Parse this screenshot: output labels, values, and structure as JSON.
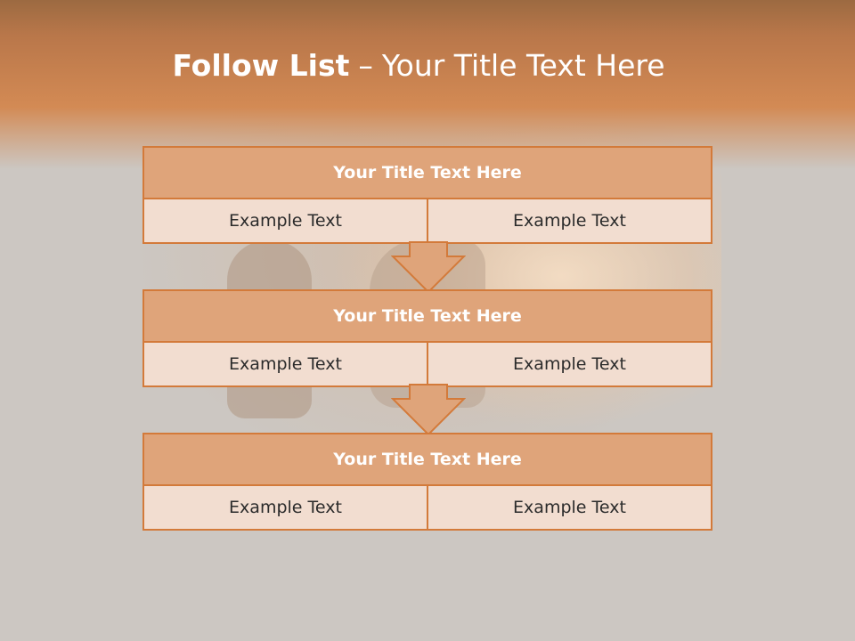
{
  "title": {
    "bold": "Follow List",
    "separator": "–",
    "rest": "Your Title Text Here"
  },
  "blocks": [
    {
      "title": "Your Title Text Here",
      "cells": [
        "Example Text",
        "Example Text"
      ]
    },
    {
      "title": "Your Title Text Here",
      "cells": [
        "Example Text",
        "Example Text"
      ]
    },
    {
      "title": "Your Title Text Here",
      "cells": [
        "Example Text",
        "Example Text"
      ]
    }
  ],
  "colors": {
    "accent": "#d37a3a",
    "header_fill": "#dfa47a",
    "cell_fill": "#f2ddd0",
    "background": "#ccc7c2"
  }
}
